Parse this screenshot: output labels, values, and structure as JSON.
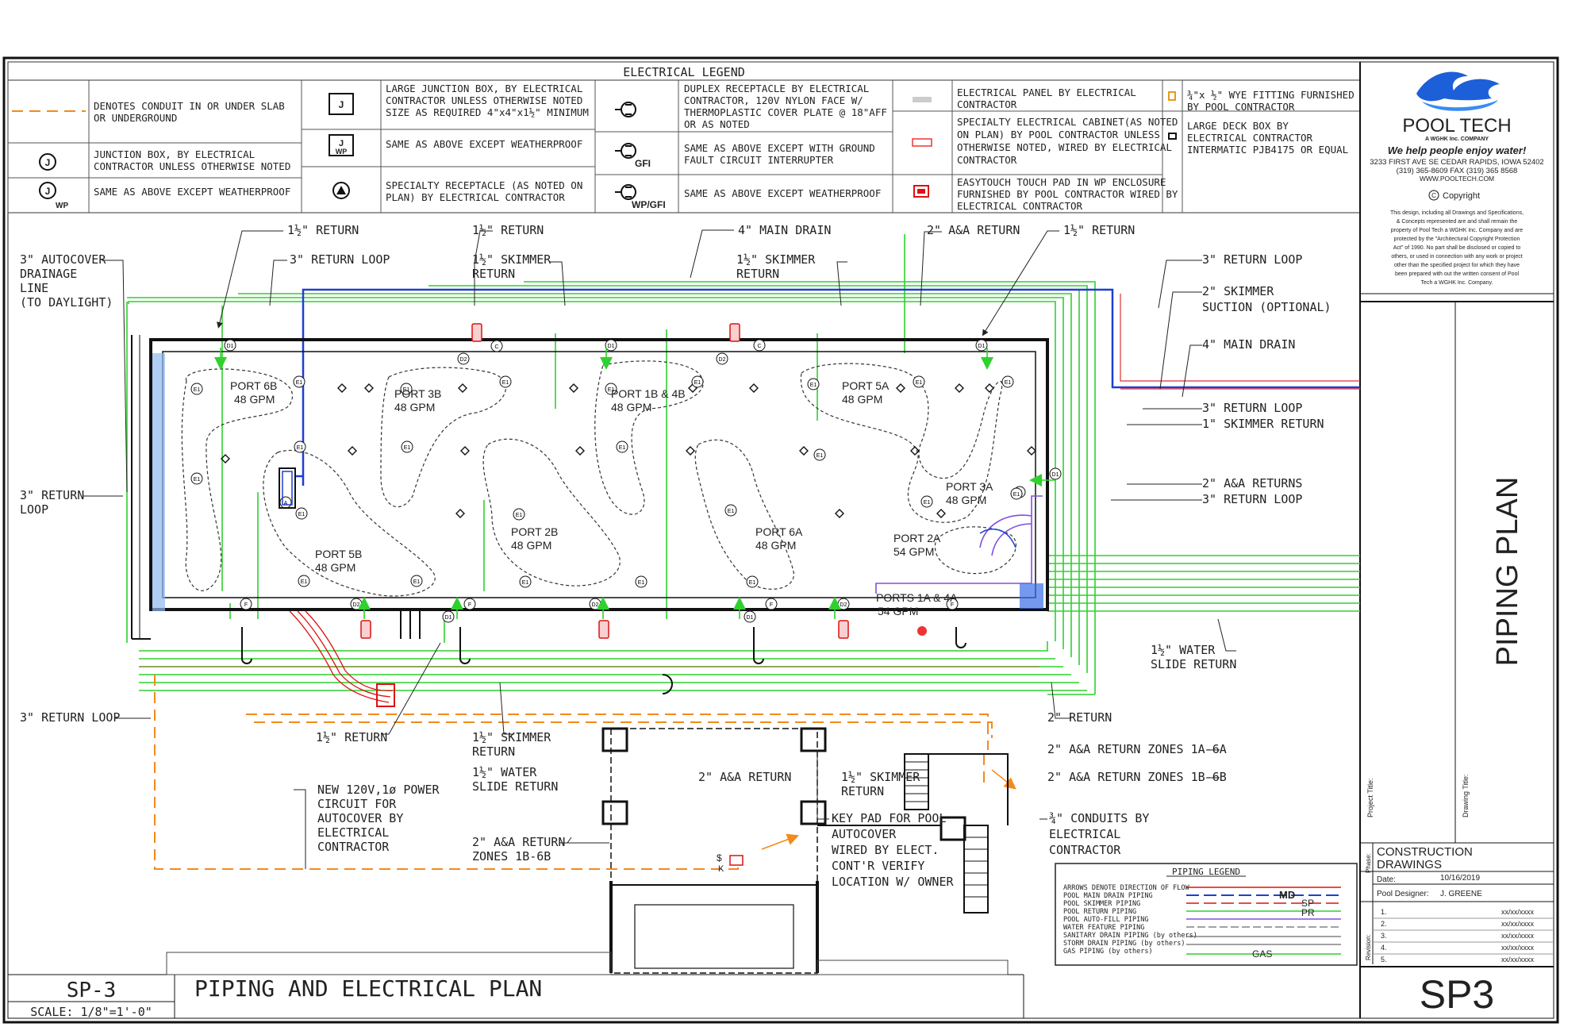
{
  "legend": {
    "title": "ELECTRICAL LEGEND",
    "conduit": [
      "DENOTES CONDUIT IN OR UNDER SLAB",
      "OR UNDERGROUND"
    ],
    "jbox": [
      "JUNCTION BOX, BY ELECTRICAL",
      "CONTRACTOR UNLESS OTHERWISE NOTED"
    ],
    "jbox_wp": "SAME AS ABOVE EXCEPT WEATHERPROOF",
    "large_jbox": [
      "LARGE JUNCTION BOX, BY ELECTRICAL",
      "CONTRACTOR UNLESS OTHERWISE NOTED",
      "SIZE AS REQUIRED 4\"x4\"x1½\" MINIMUM"
    ],
    "large_jbox_wp": "SAME AS ABOVE EXCEPT WEATHERPROOF",
    "specialty_recept": [
      "SPECIALTY RECEPTACLE (AS NOTED ON",
      "PLAN) BY ELECTRICAL CONTRACTOR"
    ],
    "duplex": [
      "DUPLEX RECEPTACLE BY ELECTRICAL",
      "CONTRACTOR, 120V NYLON FACE W/",
      "THERMOPLASTIC COVER PLATE @ 18\"AFF",
      "OR AS NOTED"
    ],
    "gfi": [
      "SAME AS ABOVE EXCEPT WITH GROUND",
      "FAULT CIRCUIT INTERRUPTER"
    ],
    "wp_gfi": "SAME AS ABOVE EXCEPT WEATHERPROOF",
    "panel": [
      "ELECTRICAL PANEL BY ELECTRICAL",
      "CONTRACTOR"
    ],
    "cabinet": [
      "SPECIALTY ELECTRICAL CABINET(AS NOTED",
      "ON PLAN) BY POOL CONTRACTOR UNLESS",
      "OTHERWISE NOTED, WIRED BY ELECTRICAL",
      "CONTRACTOR"
    ],
    "easytouch": [
      "EASYTOUCH TOUCH PAD IN WP ENCLOSURE",
      "FURNISHED BY POOL CONTRACTOR WIRED BY",
      "ELECTRICAL CONTRACTOR"
    ],
    "wye": [
      "¾\"x ½\" WYE FITTING FURNISHED",
      "BY POOL CONTRACTOR"
    ],
    "deckbox": [
      "LARGE DECK BOX BY",
      "ELECTRICAL CONTRACTOR",
      "INTERMATIC PJB4175 OR EQUAL"
    ],
    "sym_j": "J",
    "sym_jwp": "J",
    "sym_wp": "WP",
    "sym_gfi": "GFI",
    "sym_wpgfi": "WP/GFI"
  },
  "company": {
    "name": "POOL TECH",
    "tagline_small": "A WGHK Inc. COMPANY",
    "slogan": "We help people enjoy water!",
    "address": "3233 FIRST AVE SE CEDAR RAPIDS, IOWA 52402",
    "phone": "(319) 365-8609 FAX (319) 365 8568",
    "web": "WWW.POOLTECH.COM",
    "copyright": "Copyright",
    "copy_text": [
      "This design, including all Drawings and Specifications,",
      "& Concepts represented are and shall remain the",
      "property of Pool Tech a WGHK Inc. Company and are",
      "protected by the \"Architectural Copyright Protection",
      "Act\" of 1990. No part shall be disclosed or copied to",
      "others, or used in connection with any work or project",
      "other than the specified project for which they have",
      "been prepared with out the written consent of Pool",
      "Tech a WGHK Inc. Company."
    ]
  },
  "titleblock": {
    "drawing_title": "PIPING PLAN",
    "project_title_label": "Project Title:",
    "drawing_title_label": "Drawing Title:",
    "phase_label": "Phase:",
    "phase": [
      "CONSTRUCTION",
      "DRAWINGS"
    ],
    "date_label": "Date:",
    "date": "10/16/2019",
    "designer_label": "Pool Designer:",
    "designer": "J. GREENE",
    "revision_label": "Revision:",
    "revisions": [
      {
        "n": "1.",
        "d": "xx/xx/xxxx"
      },
      {
        "n": "2.",
        "d": "xx/xx/xxxx"
      },
      {
        "n": "3.",
        "d": "xx/xx/xxxx"
      },
      {
        "n": "4.",
        "d": "xx/xx/xxxx"
      },
      {
        "n": "5.",
        "d": "xx/xx/xxxx"
      }
    ],
    "sheet": "SP3"
  },
  "sheet_label": {
    "number": "SP-3",
    "title": "PIPING AND ELECTRICAL PLAN",
    "scale": "SCALE: 1/8\"=1'-0\""
  },
  "piping_legend": {
    "title": "PIPING LEGEND",
    "rows": [
      "ARROWS DENOTE DIRECTION OF FLOW",
      "POOL MAIN DRAIN PIPING",
      "POOL SKIMMER PIPING",
      "POOL RETURN PIPING",
      "POOL AUTO-FILL PIPING",
      "WATER FEATURE PIPING",
      "SANITARY DRAIN PIPING (by others)",
      "STORM DRAIN PIPING (by others)",
      "GAS PIPING (by others)"
    ],
    "md": "MD",
    "sp": "SP",
    "pr": "PR",
    "gas": "GAS"
  },
  "ports": [
    {
      "name": "PORT 6B",
      "gpm": "48 GPM"
    },
    {
      "name": "PORT 3B",
      "gpm": "48 GPM"
    },
    {
      "name": "PORT 1B & 4B",
      "gpm": "48 GPM"
    },
    {
      "name": "PORT 5A",
      "gpm": "48 GPM"
    },
    {
      "name": "PORT 3A",
      "gpm": "48 GPM"
    },
    {
      "name": "PORT 2B",
      "gpm": "48 GPM"
    },
    {
      "name": "PORT 6A",
      "gpm": "48 GPM"
    },
    {
      "name": "PORT 2A",
      "gpm": "54 GPM"
    },
    {
      "name": "PORT 5B",
      "gpm": "48 GPM"
    },
    {
      "name": "PORTS 1A & 4A",
      "gpm": "54 GPM"
    }
  ],
  "callouts": {
    "return_15_a": "1½\" RETURN",
    "return_loop_a": "3\" RETURN LOOP",
    "autocover": [
      "3\" AUTOCOVER",
      "DRAINAGE",
      "LINE",
      "(TO DAYLIGHT)"
    ],
    "return_15_b": "1½\" RETURN",
    "skimmer_return_a": [
      "1½\" SKIMMER",
      "RETURN"
    ],
    "main_drain_4_a": "4\" MAIN DRAIN",
    "skimmer_return_b": [
      "1½\" SKIMMER",
      "RETURN"
    ],
    "aa_return_2_a": "2\" A&A RETURN",
    "return_15_c": "1½\" RETURN",
    "return_loop_b": "3\" RETURN LOOP",
    "skimmer_suction": [
      "2\" SKIMMER",
      "SUCTION (OPTIONAL)"
    ],
    "main_drain_4_b": "4\" MAIN DRAIN",
    "return_loop_c": "3\" RETURN LOOP",
    "skimmer_return_1": "1\" SKIMMER RETURN",
    "aa_returns_2": "2\" A&A RETURNS",
    "return_loop_d": "3\" RETURN LOOP",
    "return_loop_left": [
      "3\" RETURN",
      "LOOP"
    ],
    "water_slide_a": [
      "1½\" WATER",
      "SLIDE RETURN"
    ],
    "return_2": "2\" RETURN",
    "aa_zones_1a": "2\" A&A RETURN ZONES 1A-6A",
    "aa_zones_1b": "2\" A&A RETURN ZONES 1B-6B",
    "return_loop_e": "3\" RETURN LOOP",
    "return_15_d": "1½\" RETURN",
    "skimmer_return_c": [
      "1½\" SKIMMER",
      "RETURN"
    ],
    "water_slide_b": [
      "1½\" WATER",
      "SLIDE RETURN"
    ],
    "aa_return_2_b": "2\" A&A RETURN",
    "skimmer_return_d": [
      "1½\" SKIMMER",
      "RETURN"
    ],
    "power": [
      "NEW 120V,1ø POWER",
      "CIRCUIT FOR",
      "AUTOCOVER BY",
      "ELECTRICAL",
      "CONTRACTOR"
    ],
    "aa_zones_1b_b": [
      "2\" A&A RETURN",
      "ZONES 1B-6B"
    ],
    "keypad": [
      "KEY PAD FOR POOL",
      "AUTOCOVER",
      "WIRED BY ELECT.",
      "CONT'R VERIFY",
      "LOCATION W/ OWNER"
    ],
    "conduits": [
      "¾\" CONDUITS BY",
      "ELECTRICAL",
      "CONTRACTOR"
    ]
  },
  "markers": {
    "d1": "D1",
    "d2": "D2",
    "e1": "E1",
    "c": "C",
    "f": "F",
    "a": "A"
  }
}
